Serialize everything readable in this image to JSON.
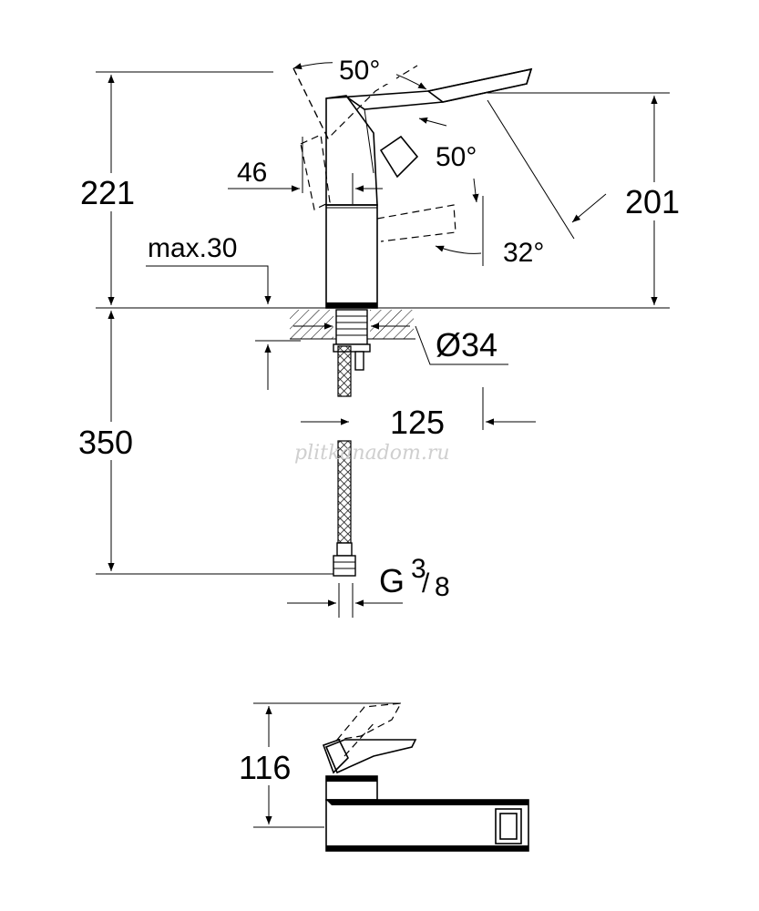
{
  "drawing": {
    "dimensions": {
      "overall_height": "221",
      "spout_height": "201",
      "max_thickness": "max.30",
      "hose_length": "350",
      "body_width": "46",
      "hole_diameter": "Ø34",
      "spout_reach": "125",
      "connection_main": "G",
      "connection_num": "3",
      "connection_den": "8",
      "angle_top": "50°",
      "angle_handle": "50°",
      "angle_spout": "32°",
      "bottom_height": "116"
    },
    "watermark": "plitkanadom.ru"
  }
}
